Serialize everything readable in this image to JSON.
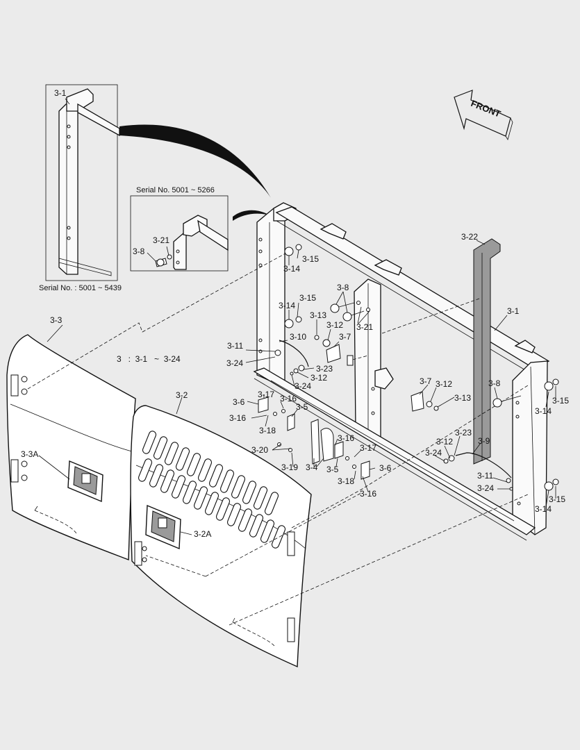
{
  "notes": {
    "serial_inset_left": "Serial No. : 5001 ~ 5439",
    "serial_inset_right": "Serial No. 5001 ~ 5266",
    "assembly_range": "3   :  3-1   ~  3-24"
  },
  "direction_label": "FRONT",
  "labels": [
    {
      "id": "l01",
      "text": "3-1"
    },
    {
      "id": "l02",
      "text": "3-21"
    },
    {
      "id": "l03",
      "text": "3-8"
    },
    {
      "id": "l04",
      "text": "3-22"
    },
    {
      "id": "l05",
      "text": "3-15"
    },
    {
      "id": "l06",
      "text": "3-14"
    },
    {
      "id": "l07",
      "text": "3-8"
    },
    {
      "id": "l08",
      "text": "3-15"
    },
    {
      "id": "l09",
      "text": "3-14"
    },
    {
      "id": "l10",
      "text": "3-13"
    },
    {
      "id": "l11",
      "text": "3-12"
    },
    {
      "id": "l12",
      "text": "3-21"
    },
    {
      "id": "l13",
      "text": "3-7"
    },
    {
      "id": "l14",
      "text": "3-11"
    },
    {
      "id": "l15",
      "text": "3-10"
    },
    {
      "id": "l16",
      "text": "3-1"
    },
    {
      "id": "l17",
      "text": "3-3"
    },
    {
      "id": "l18",
      "text": "3-24"
    },
    {
      "id": "l19",
      "text": "3-23"
    },
    {
      "id": "l20",
      "text": "3-12"
    },
    {
      "id": "l21",
      "text": "3-24"
    },
    {
      "id": "l22",
      "text": "3-7"
    },
    {
      "id": "l23",
      "text": "3-12"
    },
    {
      "id": "l24",
      "text": "3-8"
    },
    {
      "id": "l25",
      "text": "3-15"
    },
    {
      "id": "l26",
      "text": "3-13"
    },
    {
      "id": "l27",
      "text": "3-14"
    },
    {
      "id": "l28",
      "text": "3-2"
    },
    {
      "id": "l29",
      "text": "3-17"
    },
    {
      "id": "l30",
      "text": "3-6"
    },
    {
      "id": "l31",
      "text": "3-16"
    },
    {
      "id": "l32",
      "text": "3-5"
    },
    {
      "id": "l33",
      "text": "3-16"
    },
    {
      "id": "l34",
      "text": "3-18"
    },
    {
      "id": "l35",
      "text": "3-23"
    },
    {
      "id": "l36",
      "text": "3-9"
    },
    {
      "id": "l37",
      "text": "3-12"
    },
    {
      "id": "l38",
      "text": "3-16"
    },
    {
      "id": "l39",
      "text": "3-24"
    },
    {
      "id": "l40",
      "text": "3-20"
    },
    {
      "id": "l41",
      "text": "3-17"
    },
    {
      "id": "l42",
      "text": "3-3A"
    },
    {
      "id": "l43",
      "text": "3-19"
    },
    {
      "id": "l44",
      "text": "3-4"
    },
    {
      "id": "l45",
      "text": "3-5"
    },
    {
      "id": "l46",
      "text": "3-6"
    },
    {
      "id": "l47",
      "text": "3-11"
    },
    {
      "id": "l48",
      "text": "3-24"
    },
    {
      "id": "l49",
      "text": "3-18"
    },
    {
      "id": "l50",
      "text": "3-15"
    },
    {
      "id": "l51",
      "text": "3-14"
    },
    {
      "id": "l52",
      "text": "3-16"
    },
    {
      "id": "l53",
      "text": "3-2A"
    }
  ]
}
